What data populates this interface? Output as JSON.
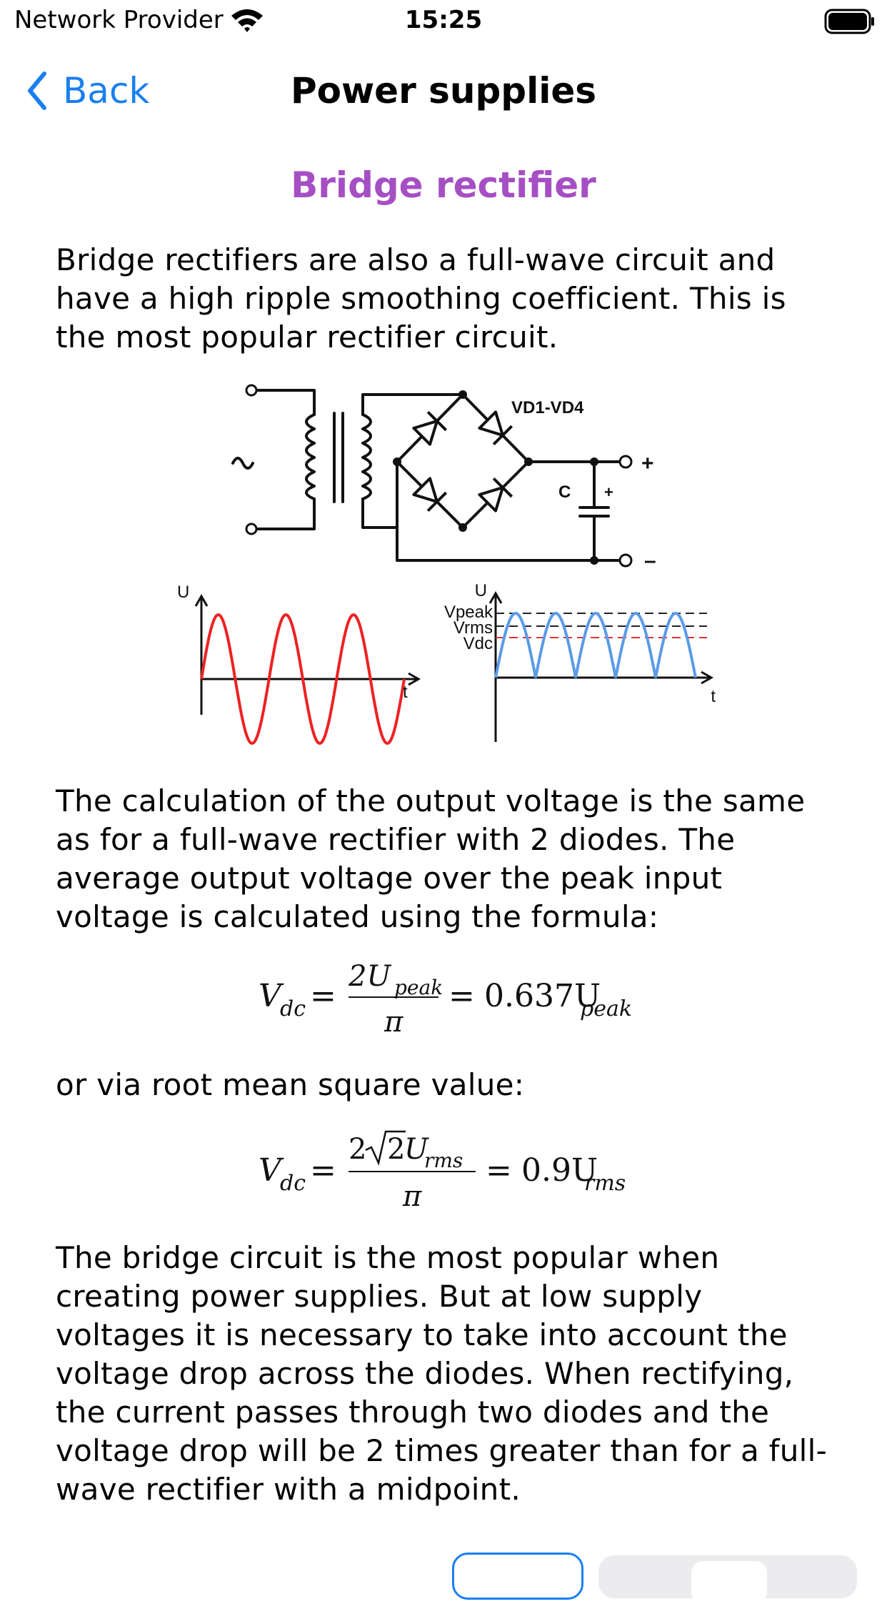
{
  "status_bar": {
    "carrier": "Network Provider",
    "time": "15:25"
  },
  "nav": {
    "back_label": "Back",
    "title": "Power supplies"
  },
  "section_title": "Bridge rectifier",
  "paragraphs": [
    "Bridge rectifiers are also a full-wave circuit and have a high ripple smoothing coefficient. This is the most popular rectifier circuit.",
    "The calculation of the output voltage is the same as for a full-wave rectifier with 2 diodes. The average output voltage over the peak input voltage is calculated using the formula:",
    "or via root mean square value:",
    "The bridge circuit is the most popular when creating power supplies. But at low supply voltages it is necessary to take into account the voltage drop across the diodes. When rectifying, the current passes through two diodes and the voltage drop will be 2 times greater than for a full-wave rectifier with a midpoint."
  ],
  "figure": {
    "diodes_label": "VD1-VD4",
    "capacitor_label": "C",
    "plus_label": "+",
    "minus_label": "–",
    "ac_symbol": "~",
    "left_graph": {
      "y_label": "U",
      "x_label": "t"
    },
    "right_graph": {
      "y_label": "U",
      "x_label": "t",
      "peak_label": "Vpeak",
      "rms_label": "Vrms",
      "dc_label": "Vdc"
    },
    "colors": {
      "input_wave": "#ee2222",
      "output_wave": "#5b9be8",
      "dc_line": "#dd3333"
    }
  },
  "formula_1": {
    "lhs_var": "V",
    "lhs_sub": "dc",
    "eq": "=",
    "num": "2U",
    "num_sub": "peak",
    "den": "π",
    "rhs_coef": "0.637U",
    "rhs_sub": "peak"
  },
  "formula_2": {
    "lhs_var": "V",
    "lhs_sub": "dc",
    "eq": "=",
    "num_pre": "2",
    "sqrt_arg": "2",
    "num_var": "U",
    "num_sub": "rms",
    "den": "π",
    "rhs_coef": "0.9U",
    "rhs_sub": "rms"
  },
  "colors": {
    "accent": "#1a7ff0",
    "section_title": "#a64fc4"
  }
}
